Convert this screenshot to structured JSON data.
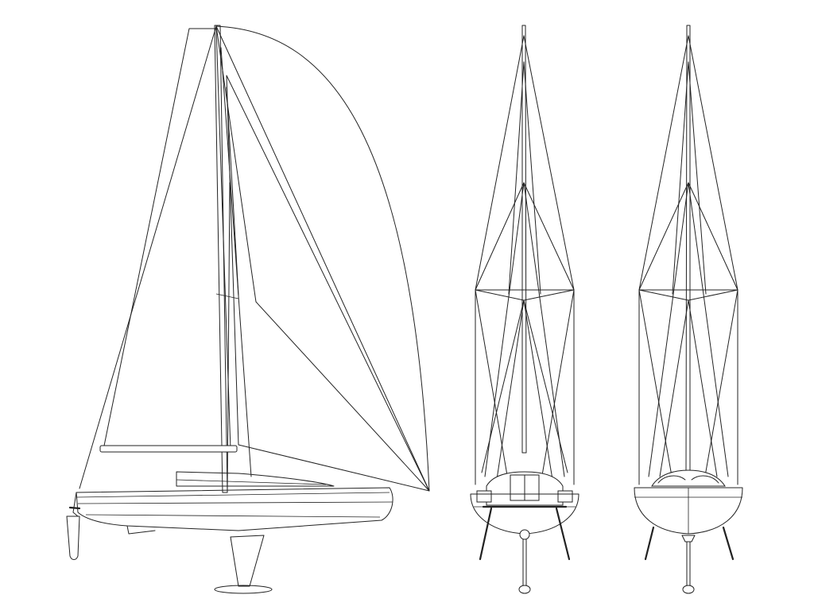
{
  "colors": {
    "background": "#ffffff",
    "stroke": "#222222"
  },
  "views": [
    {
      "id": "side-profile"
    },
    {
      "id": "front-view"
    },
    {
      "id": "rear-view"
    }
  ]
}
